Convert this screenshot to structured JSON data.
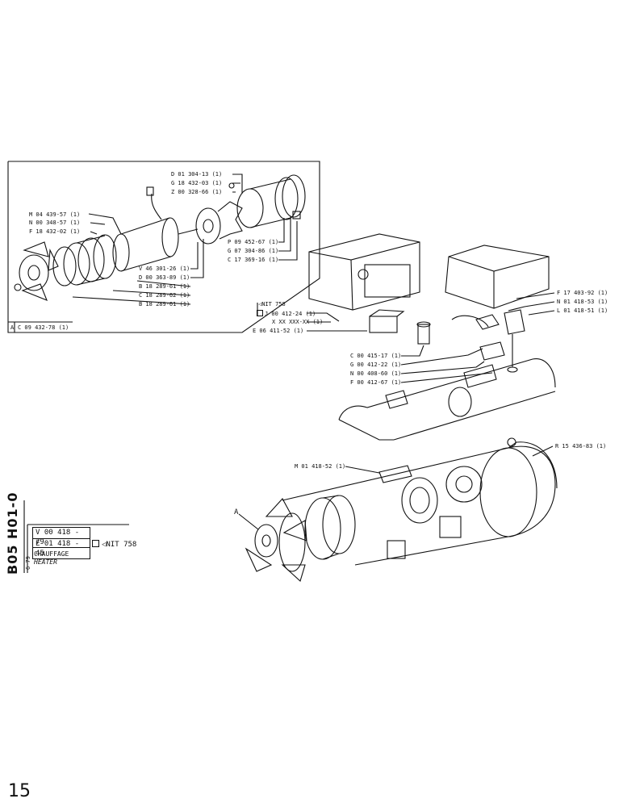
{
  "inset": {
    "corner_letter": "A",
    "assembly_ref": "C 09 432-78 (1)",
    "parts": [
      "D 01 304-13 (1)",
      "G 18 432-03 (1)",
      "Z 00 328-66 (1)",
      "M 04 439-57 (1)",
      "N 00 348-57 (1)",
      "F 18 432-02 (1)",
      "P 09 452-67 (1)",
      "G 07 304-86 (1)",
      "C 17 369-16 (1)",
      "V 46 301-26 (1)",
      "D 00 363-89 (1)",
      "B 18 289-61 (1)",
      "C 18 289-62 (1)",
      "B 18 289-61 (1)"
    ]
  },
  "main_parts": {
    "nit_note": "NIT 758",
    "top_left": [
      "J 00 412-24 (1)",
      "X XX XXX-XX (1)",
      "E 06 411-52 (1)"
    ],
    "middle": [
      "C 00 415-17 (1)",
      "G 00 412-22 (1)",
      "N 00 408-60 (1)",
      "F 00 412-67 (1)"
    ],
    "right": [
      "F 17 403-92 (1)",
      "N 01 418-53 (1)",
      "L 01 418-51 (1)"
    ],
    "r_part": "R 15 436-83 (1)",
    "m_part": "M 01 418-52 (1)",
    "a_label": "A"
  },
  "title_block": {
    "vertical_code": "B05 H01-0",
    "date": "6 79",
    "ref1": "V 00 418 - 79",
    "ref2": "E 01 418 - 45",
    "nit": "NIT 758",
    "title_fr": "CHAUFFAGE",
    "title_en": "HEATER"
  },
  "page_number": "15"
}
